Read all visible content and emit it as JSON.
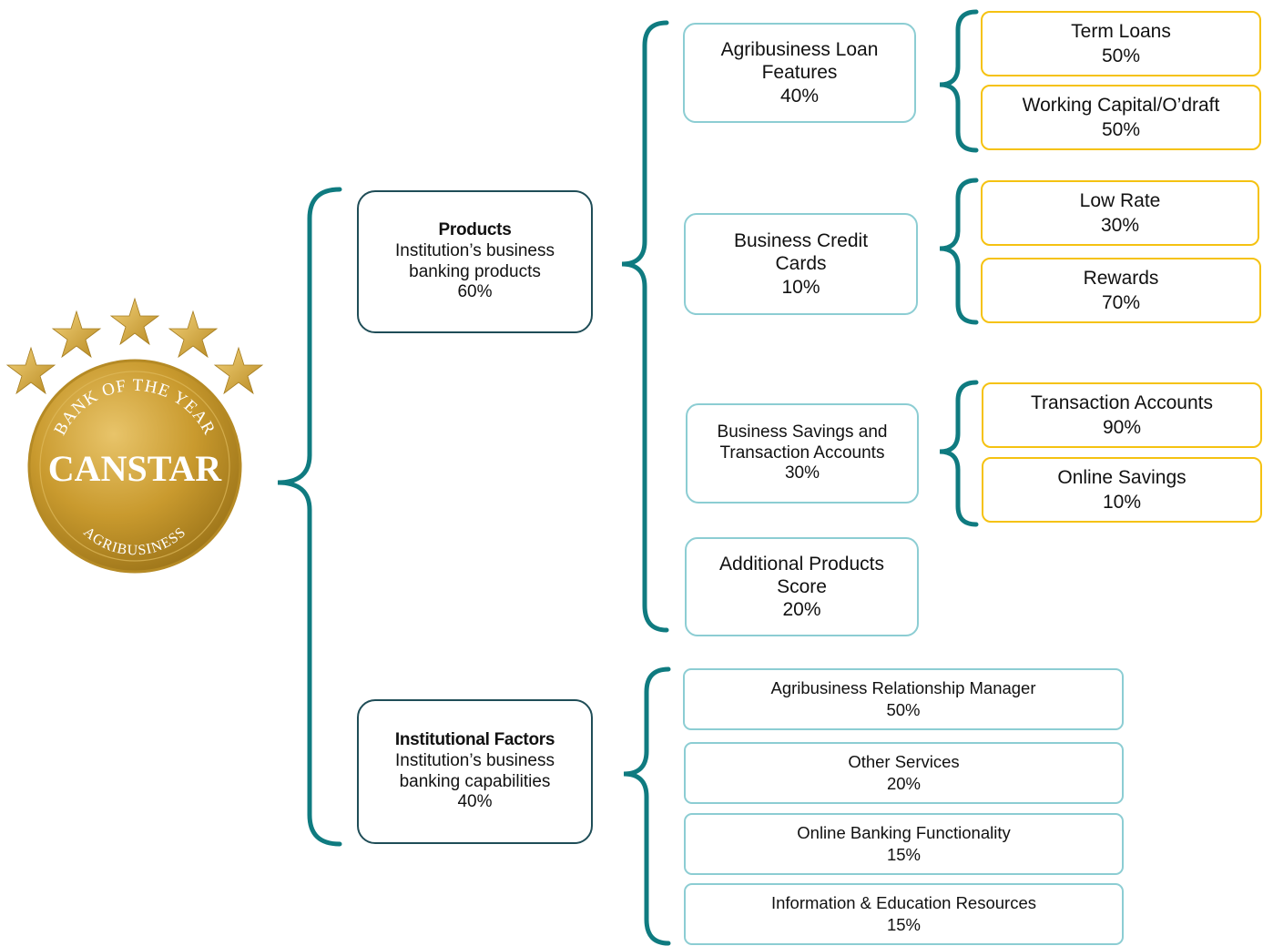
{
  "badge": {
    "arc_top": "BANK OF THE YEAR",
    "brand": "CANSTAR",
    "arc_bottom": "AGRIBUSINESS"
  },
  "colors": {
    "bracket": "#0f7b80",
    "dark_border": "#1f4d57",
    "light_border": "#8ccdd3",
    "gold_border": "#f5c211",
    "medal": "#c99a2e",
    "star": "#d9a83a"
  },
  "products": {
    "title": "Products",
    "line1": "Institution’s business",
    "line2": "banking products",
    "weight": "60%"
  },
  "institutional": {
    "title": "Institutional Factors",
    "line1": "Institution’s business",
    "line2": "banking capabilities",
    "weight": "40%"
  },
  "product_items": [
    {
      "line1": "Agribusiness Loan",
      "line2": "Features",
      "weight": "40%"
    },
    {
      "line1": "Business Credit",
      "line2": "Cards",
      "weight": "10%"
    },
    {
      "line1": "Business Savings and",
      "line2": "Transaction Accounts",
      "weight": "30%"
    },
    {
      "line1": "Additional Products",
      "line2": "Score",
      "weight": "20%"
    }
  ],
  "sub_items": [
    {
      "label": "Term Loans",
      "weight": "50%"
    },
    {
      "label": "Working Capital/O’draft",
      "weight": "50%"
    },
    {
      "label": "Low Rate",
      "weight": "30%"
    },
    {
      "label": "Rewards",
      "weight": "70%"
    },
    {
      "label": "Transaction Accounts",
      "weight": "90%"
    },
    {
      "label": "Online Savings",
      "weight": "10%"
    }
  ],
  "institutional_items": [
    {
      "label": "Agribusiness Relationship Manager",
      "weight": "50%"
    },
    {
      "label": "Other Services",
      "weight": "20%"
    },
    {
      "label": "Online Banking Functionality",
      "weight": "15%"
    },
    {
      "label": "Information & Education Resources",
      "weight": "15%"
    }
  ]
}
